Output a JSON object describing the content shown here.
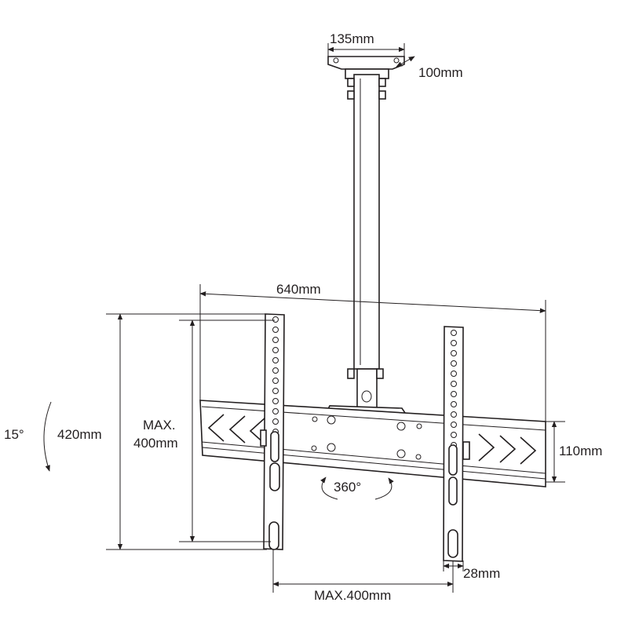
{
  "title": "Ceiling TV mount dimension diagram",
  "colors": {
    "line": "#231f20",
    "background": "#ffffff"
  },
  "labels": {
    "plate_width": "135mm",
    "plate_depth": "100mm",
    "rail_width": "640mm",
    "arm_height": "420mm",
    "max_vertical_1": "MAX.",
    "max_vertical_2": "400mm",
    "rail_height": "110mm",
    "arm_width": "28mm",
    "max_horizontal": "MAX.400mm",
    "tilt": "15°",
    "rotation": "360°"
  }
}
